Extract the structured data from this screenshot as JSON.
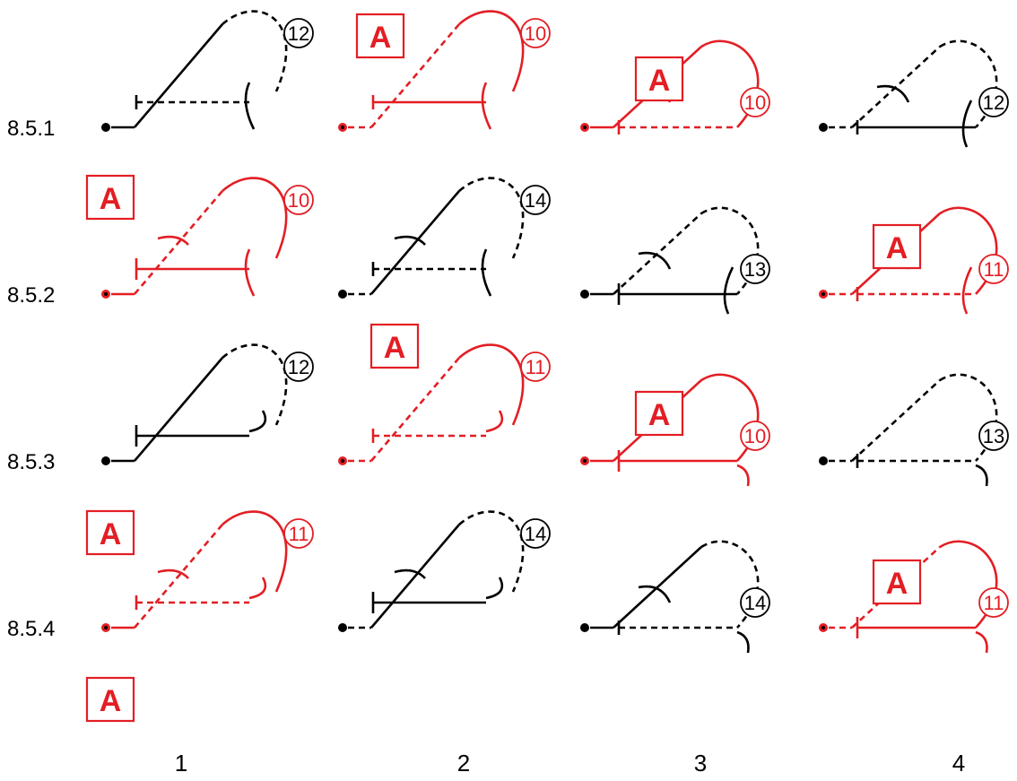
{
  "colors": {
    "black": "#000000",
    "red": "#e31e24",
    "background": "#ffffff"
  },
  "row_labels": [
    "8.5.1",
    "8.5.2",
    "8.5.3",
    "8.5.4"
  ],
  "column_labels": [
    "1",
    "2",
    "3",
    "4"
  ],
  "a_label": "A",
  "cells": [
    {
      "row": 1,
      "col": 1,
      "number": "12",
      "color": "black",
      "mirror": false,
      "ends": "none",
      "diag": "solid",
      "hline": "dashed",
      "loop": "dashed",
      "stop": "tick",
      "arc": "mid"
    },
    {
      "row": 1,
      "col": 2,
      "number": "10",
      "color": "red",
      "mirror": false,
      "ends": "dashed",
      "diag": "dashed",
      "hline": "solid",
      "loop": "solid",
      "stop": "tick",
      "arc": "mid"
    },
    {
      "row": 1,
      "col": 3,
      "number": "10",
      "color": "red",
      "mirror": true,
      "ends": "solid",
      "diag": "solid",
      "hline": "dashed",
      "loop": "solid",
      "stop": "tick",
      "arc": "lower"
    },
    {
      "row": 1,
      "col": 4,
      "number": "12",
      "color": "black",
      "mirror": true,
      "ends": "dashed",
      "diag": "dashed",
      "hline": "solid",
      "loop": "dashed",
      "stop": "tick",
      "arc": "mid+lower"
    },
    {
      "row": 2,
      "col": 1,
      "number": "10",
      "color": "red",
      "mirror": false,
      "ends": "solid",
      "diag": "dashed",
      "hline": "solid",
      "loop": "solid",
      "stop": "big",
      "arc": "mid+upper"
    },
    {
      "row": 2,
      "col": 2,
      "number": "14",
      "color": "black",
      "mirror": false,
      "ends": "dashed",
      "diag": "solid",
      "hline": "dashed",
      "loop": "dashed",
      "stop": "tick",
      "arc": "mid+upper"
    },
    {
      "row": 2,
      "col": 3,
      "number": "13",
      "color": "black",
      "mirror": true,
      "ends": "solid",
      "diag": "dashed",
      "hline": "solid",
      "loop": "dashed",
      "stop": "big",
      "arc": "mid+lower"
    },
    {
      "row": 2,
      "col": 4,
      "number": "11",
      "color": "red",
      "mirror": true,
      "ends": "dashed",
      "diag": "solid",
      "hline": "dashed",
      "loop": "solid",
      "stop": "tick",
      "arc": "mid+lower"
    },
    {
      "row": 3,
      "col": 1,
      "number": "12",
      "color": "black",
      "mirror": false,
      "ends": "solid",
      "diag": "solid",
      "hline": "solid",
      "loop": "dashed",
      "stop": "big",
      "arc": "end"
    },
    {
      "row": 3,
      "col": 2,
      "number": "11",
      "color": "red",
      "mirror": false,
      "ends": "dashed",
      "diag": "dashed",
      "hline": "dashed",
      "loop": "solid",
      "stop": "tick",
      "arc": "end"
    },
    {
      "row": 3,
      "col": 3,
      "number": "10",
      "color": "red",
      "mirror": true,
      "ends": "solid",
      "diag": "solid",
      "hline": "solid",
      "loop": "solid",
      "stop": "big",
      "arc": "end"
    },
    {
      "row": 3,
      "col": 4,
      "number": "13",
      "color": "black",
      "mirror": true,
      "ends": "dashed",
      "diag": "dashed",
      "hline": "dashed",
      "loop": "dashed",
      "stop": "tick",
      "arc": "end"
    },
    {
      "row": 4,
      "col": 1,
      "number": "11",
      "color": "red",
      "mirror": false,
      "ends": "solid",
      "diag": "dashed",
      "hline": "dashed",
      "loop": "solid",
      "stop": "tick",
      "arc": "end+upper"
    },
    {
      "row": 4,
      "col": 2,
      "number": "14",
      "color": "black",
      "mirror": false,
      "ends": "dashed",
      "diag": "solid",
      "hline": "solid",
      "loop": "dashed",
      "stop": "big",
      "arc": "end+upper"
    },
    {
      "row": 4,
      "col": 3,
      "number": "14",
      "color": "black",
      "mirror": true,
      "ends": "solid",
      "diag": "solid",
      "hline": "dashed",
      "loop": "dashed",
      "stop": "tick",
      "arc": "end+lower"
    },
    {
      "row": 4,
      "col": 4,
      "number": "11",
      "color": "red",
      "mirror": true,
      "ends": "dashed",
      "diag": "dashed",
      "hline": "solid",
      "loop": "solid",
      "stop": "big",
      "arc": "end+lower"
    }
  ],
  "a_marks": [
    {
      "row": 1,
      "col": 2
    },
    {
      "row": 1,
      "col": 3
    },
    {
      "row": 2,
      "col": 1
    },
    {
      "row": 2,
      "col": 4
    },
    {
      "row": 3,
      "col": 2
    },
    {
      "row": 3,
      "col": 3
    },
    {
      "row": 4,
      "col": 1
    },
    {
      "row": 4,
      "col": 4
    },
    {
      "row": 5,
      "col": 1
    }
  ]
}
